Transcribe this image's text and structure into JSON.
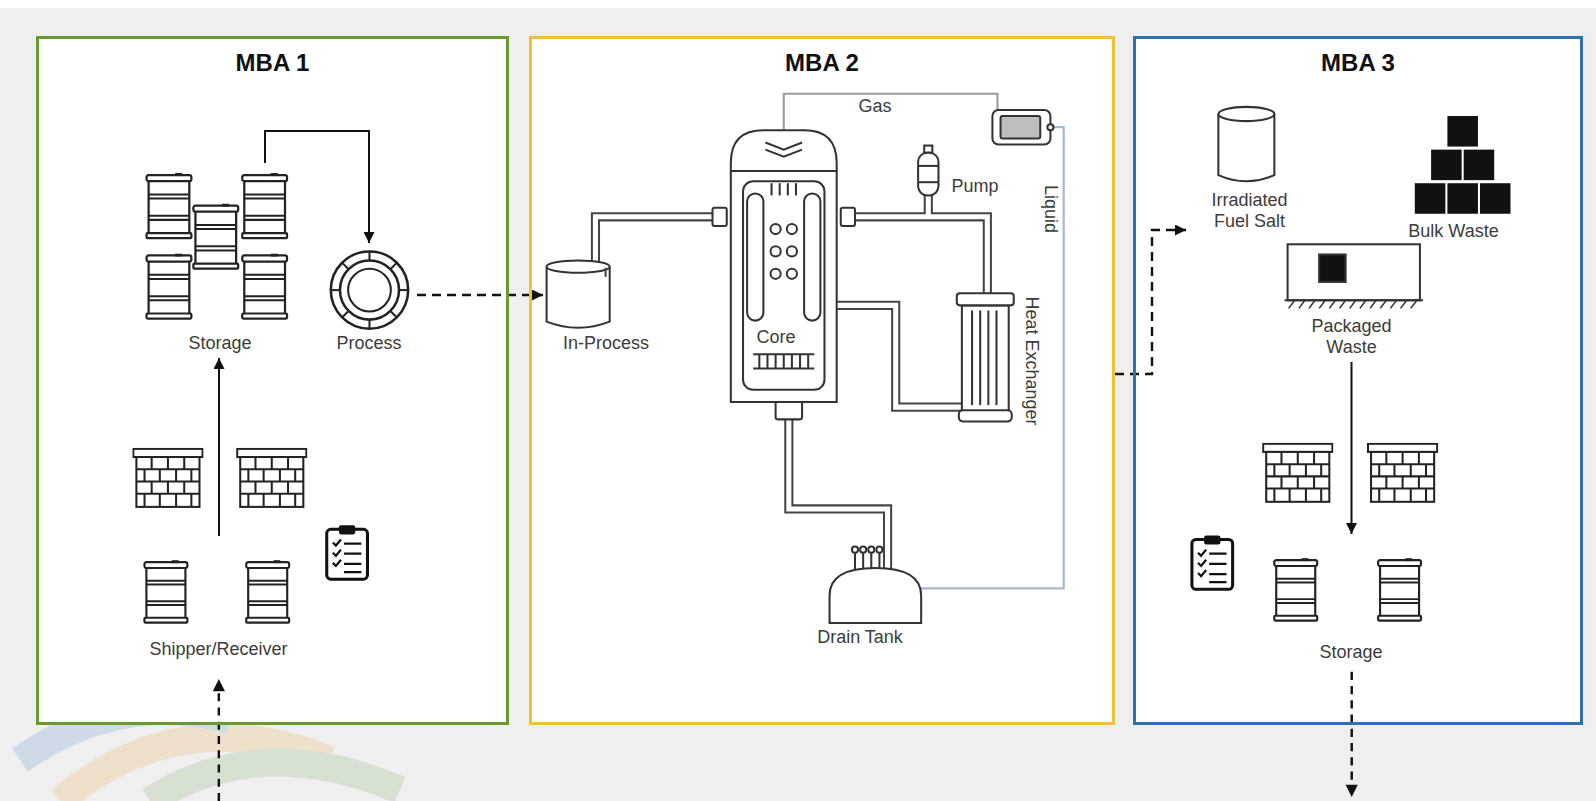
{
  "diagram": {
    "nodes": [
      {
        "text": [
          "MBA 1"
        ]
      },
      {
        "text": [
          "Storage"
        ],
        "in": 0
      },
      {
        "text": [
          "Process"
        ],
        "in": 0
      },
      {
        "text": [
          "Shipper/Receiver"
        ],
        "in": 0
      },
      {
        "text": [
          "MBA 2"
        ]
      },
      {
        "text": [
          "In-Process"
        ],
        "in": 4
      },
      {
        "text": [
          "MBA 3"
        ]
      },
      {
        "text": [
          "Irradiated Fuel Salt"
        ],
        "in": 6
      },
      {
        "text": [
          "Bulk Waste"
        ],
        "in": 6
      },
      {
        "text": [
          "Packaged Waste"
        ],
        "in": 6
      },
      {
        "text": [
          "Storage"
        ],
        "in": 6
      }
    ],
    "edges": [
      {
        "from": 3,
        "to": 1,
        "arrow": "to"
      },
      {
        "from": 1,
        "to": 2,
        "arrow": "to"
      },
      {
        "from": 2,
        "to": 5,
        "arrow": "to"
      },
      {
        "from": 4,
        "to": 7,
        "arrow": "to"
      },
      {
        "from": 9,
        "to": 10,
        "arrow": "to"
      }
    ],
    "labels": [
      "Gas",
      "Pump",
      "Liquid",
      "Heat Exchanger",
      "Core",
      "Drain Tank"
    ]
  }
}
